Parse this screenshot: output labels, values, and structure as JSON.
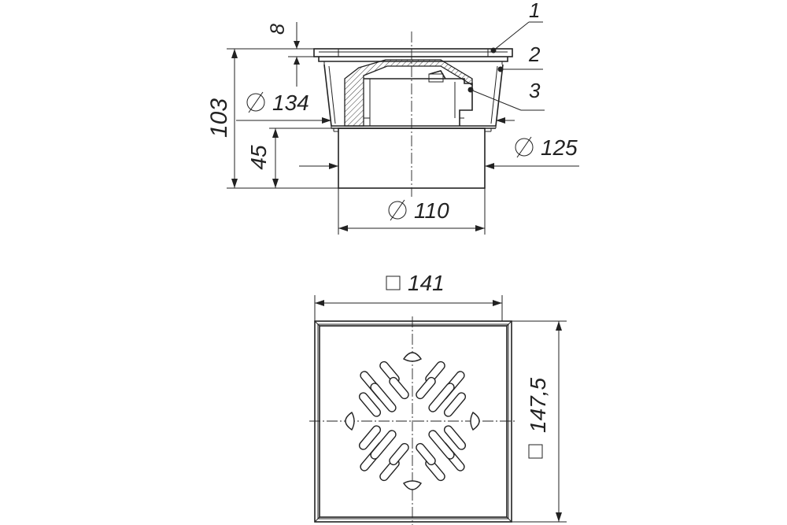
{
  "dimensions": {
    "flange_thickness": "8",
    "total_height": "103",
    "diameter_body": "134",
    "outlet_height": "45",
    "diameter_outer": "125",
    "diameter_outlet": "110",
    "grate_width": "141",
    "grate_height": "147,5"
  },
  "callouts": [
    "1",
    "2",
    "3"
  ],
  "symbols": {
    "diameter": "diameter-symbol",
    "square": "square-symbol"
  }
}
